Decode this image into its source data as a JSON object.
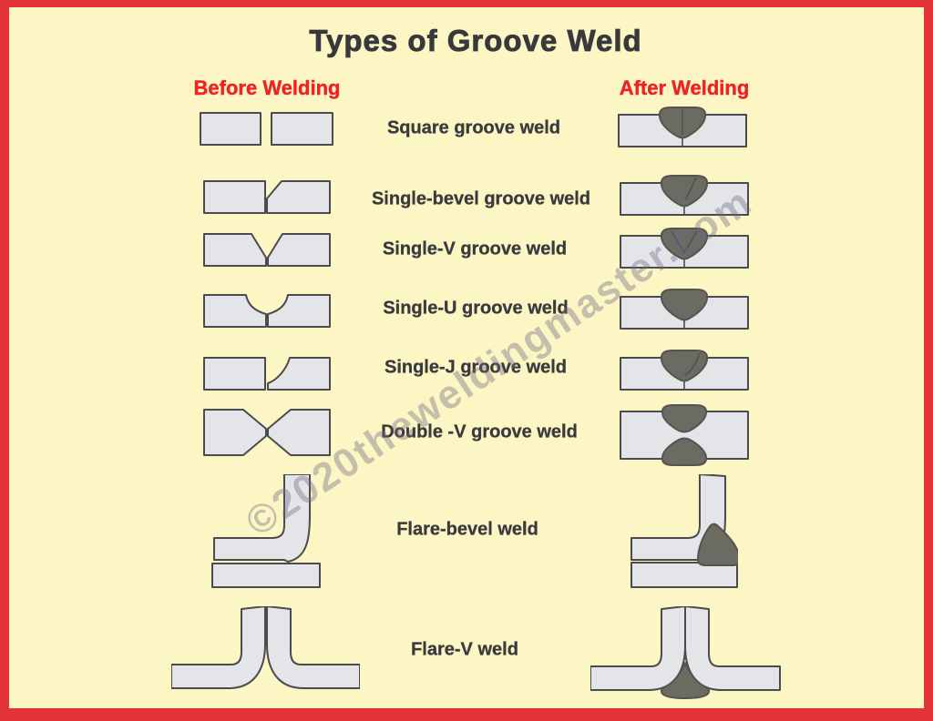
{
  "title": "Types of Groove Weld",
  "columns": {
    "before": "Before Welding",
    "after": "After Welding"
  },
  "rows": [
    {
      "label": "Square groove weld"
    },
    {
      "label": "Single-bevel groove weld"
    },
    {
      "label": "Single-V groove weld"
    },
    {
      "label": "Single-U groove weld"
    },
    {
      "label": "Single-J groove weld"
    },
    {
      "label": "Double -V groove weld"
    },
    {
      "label": "Flare-bevel weld"
    },
    {
      "label": "Flare-V weld"
    }
  ],
  "watermark": "©2020theweldingmaster.com",
  "colors": {
    "background": "#FBF6C3",
    "border_red": "#E23438",
    "header_red": "#EE2326",
    "text_dark": "#3A3A3E",
    "plate_fill": "#E4E5E9",
    "plate_stroke": "#4B4B4D",
    "weld_bead": "#6B6B64",
    "watermark": "rgba(110,100,128,0.38)"
  }
}
